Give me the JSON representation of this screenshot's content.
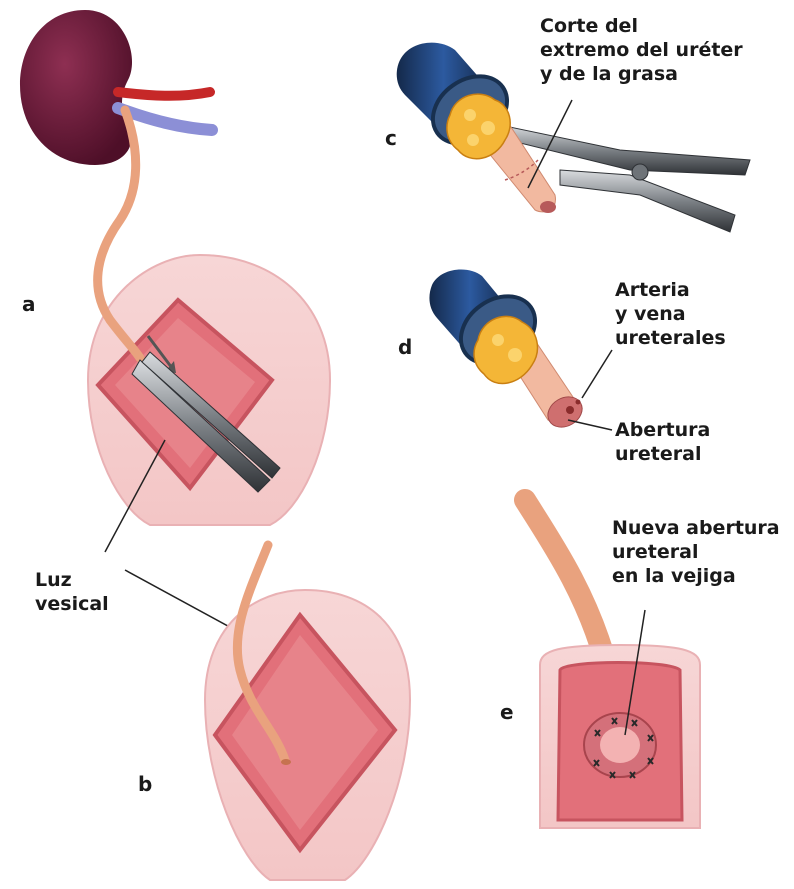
{
  "panels": {
    "a": "a",
    "b": "b",
    "c": "c",
    "d": "d",
    "e": "e"
  },
  "labels": {
    "luz_vesical": [
      "Luz",
      "vesical"
    ],
    "corte": [
      "Corte del",
      "extremo del uréter",
      "y de la grasa"
    ],
    "arteria_vena": [
      "Arteria",
      "y vena",
      "ureterales"
    ],
    "abertura": [
      "Abertura",
      "ureteral"
    ],
    "nueva_abertura": [
      "Nueva abertura",
      "ureteral",
      "en la vejiga"
    ]
  },
  "colors": {
    "kidney": "#6b1a38",
    "artery": "#c62828",
    "vein": "#8c8fd6",
    "ureter": "#e9a27e",
    "bladder_outer": "#f6cfcf",
    "bladder_inner": "#e2707a",
    "fat": "#f4b637",
    "tube": "#1f3f6e",
    "steel": "#8e9398"
  }
}
